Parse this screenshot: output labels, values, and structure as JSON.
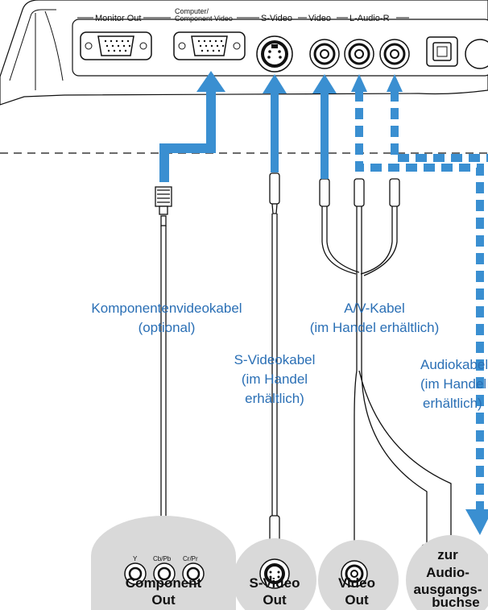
{
  "ports": {
    "monitor_out": "Monitor Out",
    "computer_line1": "Computer/",
    "computer_line2": "Component Video",
    "s_video": "S-Video",
    "video": "Video",
    "audio": "L-Audio-R"
  },
  "cables": {
    "component": {
      "line1": "Komponentenvideokabel",
      "line2": "(optional)"
    },
    "s_video": {
      "line1": "S-Videokabel",
      "line2": "(im Handel",
      "line3": "erhältlich)"
    },
    "av": {
      "line1": "A/V-Kabel",
      "line2": "(im Handel erhältlich)"
    },
    "audio": {
      "line1": "Audiokabel",
      "line2": "(im Handel",
      "line3": "erhältlich)"
    }
  },
  "devices": {
    "component": {
      "line1": "Component",
      "line2": "Out",
      "jacks": [
        "Y",
        "Cb/Pb",
        "Cr/Pr"
      ]
    },
    "s_video": {
      "line1": "S-Video",
      "line2": "Out"
    },
    "video": {
      "line1": "Video",
      "line2": "Out"
    },
    "audio": {
      "line1": "zur",
      "line2": "Audio-",
      "line3": "ausgangs-",
      "line4": "buchse"
    }
  },
  "colors": {
    "arrow": "#3a8fd1",
    "label": "#2a6fb5",
    "device_circle": "#d9d9d9",
    "line": "#111111"
  }
}
